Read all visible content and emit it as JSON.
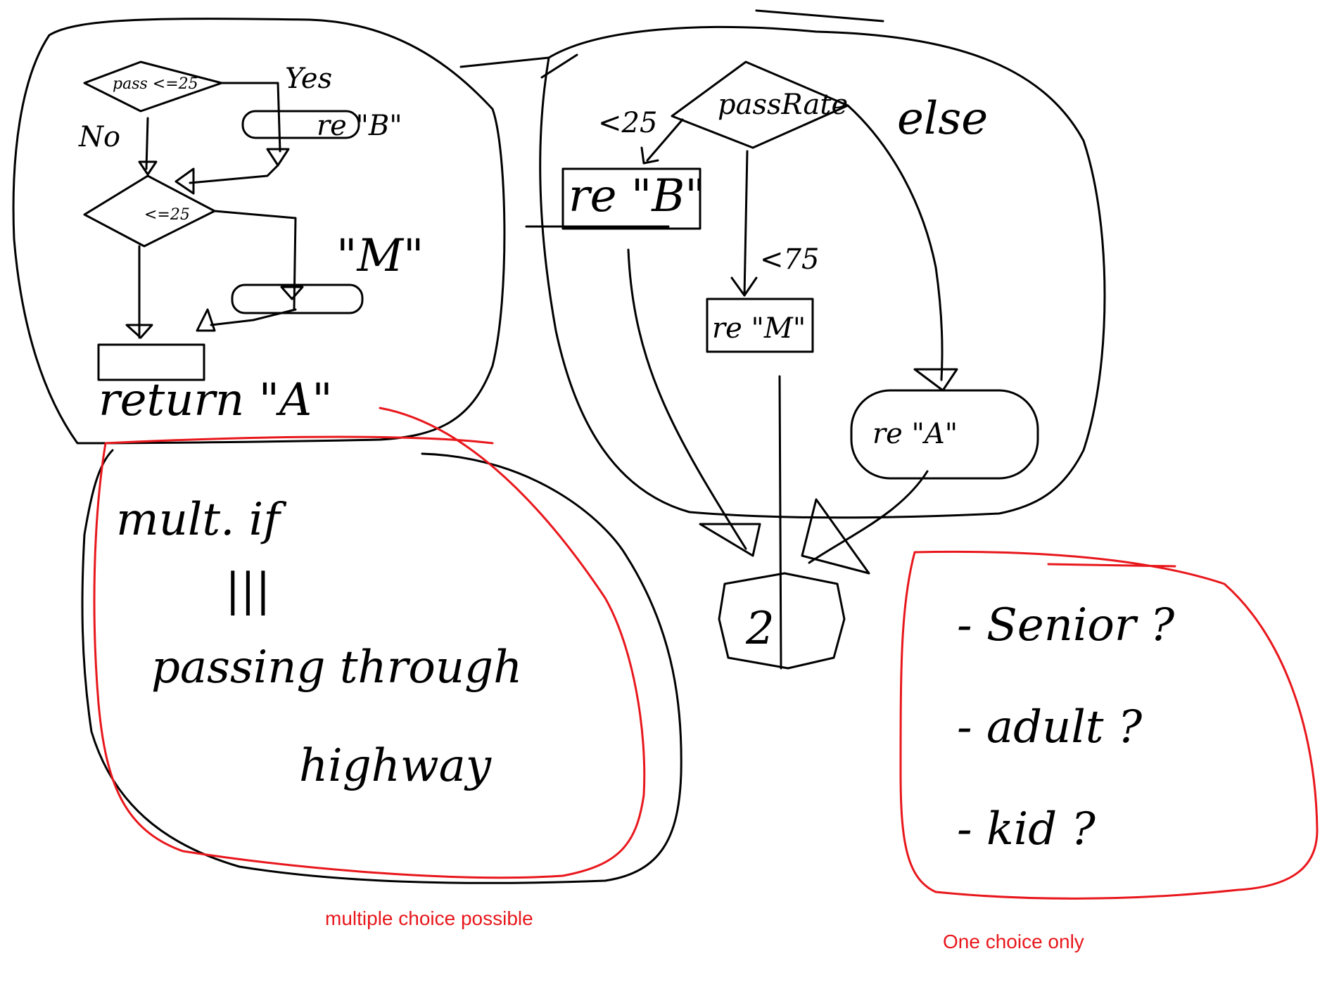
{
  "colors": {
    "ink": "#000000",
    "annotation": "#e8171c",
    "background": "#ffffff"
  },
  "left_flowchart": {
    "cond1": "pass <=25",
    "yes": "Yes",
    "no": "No",
    "ret1": "re \"B\"",
    "cond2": "<=25",
    "ret2": "\"M\"",
    "ret3": "return \"A\""
  },
  "right_flowchart": {
    "cond": "passRate",
    "branch1": "<25",
    "branch2": "<75",
    "branch3": "else",
    "ret1": "re \"B\"",
    "ret2": "re \"M\"",
    "ret3": "re \"A\"",
    "end": "2"
  },
  "notes": {
    "line1": "mult. if",
    "line2": "|||",
    "line3": "passing through",
    "line4": "highway",
    "caption": "multiple choice possible"
  },
  "choices": {
    "items": [
      "- Senior ?",
      "- adult ?",
      "- kid ?"
    ],
    "caption": "One choice only"
  }
}
